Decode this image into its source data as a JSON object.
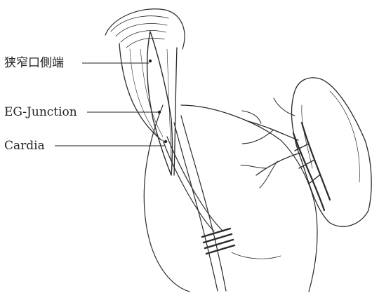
{
  "labels": {
    "narrow_end": "狭窄口側端",
    "eg_junction": "EG-Junction",
    "cardia": "Cardia"
  }
}
